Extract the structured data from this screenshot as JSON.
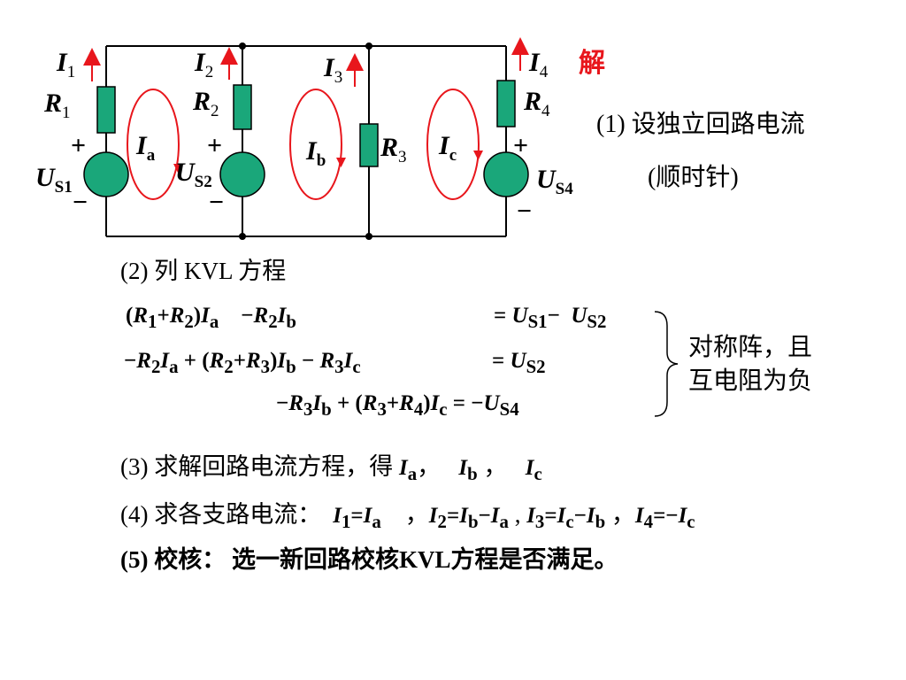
{
  "solution_label": "解",
  "circuit": {
    "current_labels": [
      {
        "sym": "I",
        "sub": "1"
      },
      {
        "sym": "I",
        "sub": "2"
      },
      {
        "sym": "I",
        "sub": "3"
      },
      {
        "sym": "I",
        "sub": "4"
      }
    ],
    "resistor_labels": [
      {
        "sym": "R",
        "sub": "1"
      },
      {
        "sym": "R",
        "sub": "2"
      },
      {
        "sym": "R",
        "sub": "3"
      },
      {
        "sym": "R",
        "sub": "4"
      }
    ],
    "source_labels": [
      {
        "sym": "U",
        "sub": "S1"
      },
      {
        "sym": "U",
        "sub": "S2"
      },
      {
        "sym": "U",
        "sub": "S4"
      }
    ],
    "loop_labels": [
      {
        "sym": "I",
        "sub": "a"
      },
      {
        "sym": "I",
        "sub": "b"
      },
      {
        "sym": "I",
        "sub": "c"
      }
    ],
    "plus_sign": "+",
    "minus_sign": "−"
  },
  "steps": {
    "step1_line1": "(1) 设独立回路电流",
    "step1_line2": "(顺时针)",
    "step2": "(2) 列 KVL 方程",
    "step3_text": "(3) 求解回路电流方程，得",
    "step4_text": "(4) 求各支路电流：",
    "step5": "(5) 校核： 选一新回路校核KVL方程是否满足。"
  },
  "note": {
    "line1": "对称阵，且",
    "line2": "互电阻为负"
  },
  "colors": {
    "wire": "#000000",
    "resistor": "#1aa77a",
    "source": "#1aa77a",
    "loop": "#e8161c",
    "arrow": "#e8161c",
    "solution_label": "#e8161c"
  }
}
